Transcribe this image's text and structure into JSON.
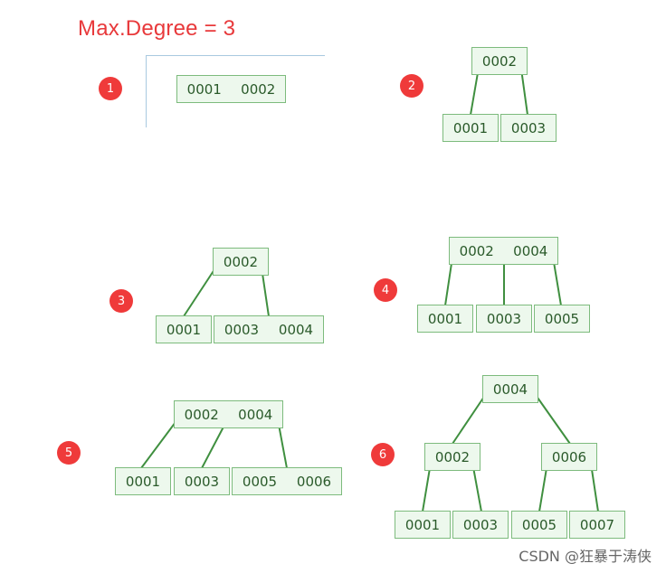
{
  "title": "Max.Degree = 3",
  "watermark": "CSDN @狂暴于涛侠",
  "steps": [
    "1",
    "2",
    "3",
    "4",
    "5",
    "6"
  ],
  "trees": {
    "t1": {
      "leaf": [
        "0001",
        "0002"
      ]
    },
    "t2": {
      "root": [
        "0002"
      ],
      "leaves": [
        [
          "0001"
        ],
        [
          "0003"
        ]
      ]
    },
    "t3": {
      "root": [
        "0002"
      ],
      "leaves": [
        [
          "0001"
        ],
        [
          "0003",
          "0004"
        ]
      ]
    },
    "t4": {
      "root": [
        "0002",
        "0004"
      ],
      "leaves": [
        [
          "0001"
        ],
        [
          "0003"
        ],
        [
          "0005"
        ]
      ]
    },
    "t5": {
      "root": [
        "0002",
        "0004"
      ],
      "leaves": [
        [
          "0001"
        ],
        [
          "0003"
        ],
        [
          "0005",
          "0006"
        ]
      ]
    },
    "t6": {
      "root": [
        "0004"
      ],
      "internal": [
        [
          "0002"
        ],
        [
          "0006"
        ]
      ],
      "leaves": [
        [
          "0001"
        ],
        [
          "0003"
        ],
        [
          "0005"
        ],
        [
          "0007"
        ]
      ]
    }
  },
  "colors": {
    "title": "#e8393b",
    "badge": "#ef3a3a",
    "node_fill": "#edf8ed",
    "node_border": "#7dbb7d",
    "edge": "#3f8f3f"
  }
}
